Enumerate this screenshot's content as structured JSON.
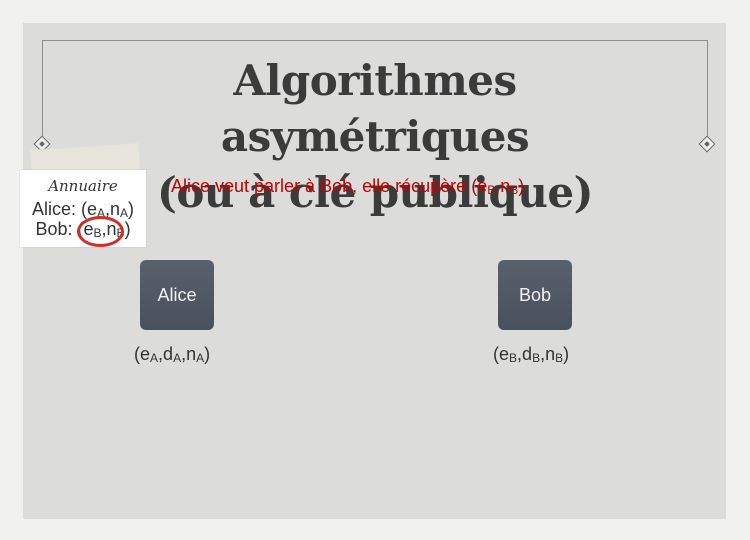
{
  "slide": {
    "title_line_1": "Algorithmes asymétriques",
    "title_line_2": "(ou à clé publique)",
    "message_prefix": "Alice veut parler à Bob, elle récupère",
    "message_open": "(",
    "message_e": "e",
    "message_b1": "B",
    "message_comma": ",",
    "message_n": "n",
    "message_b2": "B",
    "message_close": ")"
  },
  "annuaire": {
    "title": "Annuaire",
    "alice_label": "Alice:",
    "alice_open": "(",
    "alice_e": "e",
    "alice_sub1": "A",
    "alice_comma": ",",
    "alice_n": "n",
    "alice_sub2": "A",
    "alice_close": ")",
    "bob_label": "Bob:",
    "bob_open": "(",
    "bob_e": "e",
    "bob_sub1": "B",
    "bob_comma": ",",
    "bob_n": "n",
    "bob_sub2": "B",
    "bob_close": ")"
  },
  "alice": {
    "name": "Alice",
    "open": "(",
    "e": "e",
    "sub1": "A",
    "comma1": ",",
    "d": "d",
    "sub2": "A",
    "comma2": ",",
    "n": "n",
    "sub3": "A",
    "close": ")"
  },
  "bob": {
    "name": "Bob",
    "open": "(",
    "e": "e",
    "sub1": "B",
    "comma1": ",",
    "d": "d",
    "sub2": "B",
    "comma2": ",",
    "n": "n",
    "sub3": "B",
    "close": ")"
  },
  "colors": {
    "page_background": "#f1f1f0",
    "slide_background": "#dcdcdb",
    "title_text": "#3b3b3b",
    "message_text": "#c40000",
    "circle_mark": "#d22e25",
    "person_box": "#4f5763"
  },
  "icons": {
    "left_ornament": "diamond-ornament-icon",
    "right_ornament": "diamond-ornament-icon"
  }
}
